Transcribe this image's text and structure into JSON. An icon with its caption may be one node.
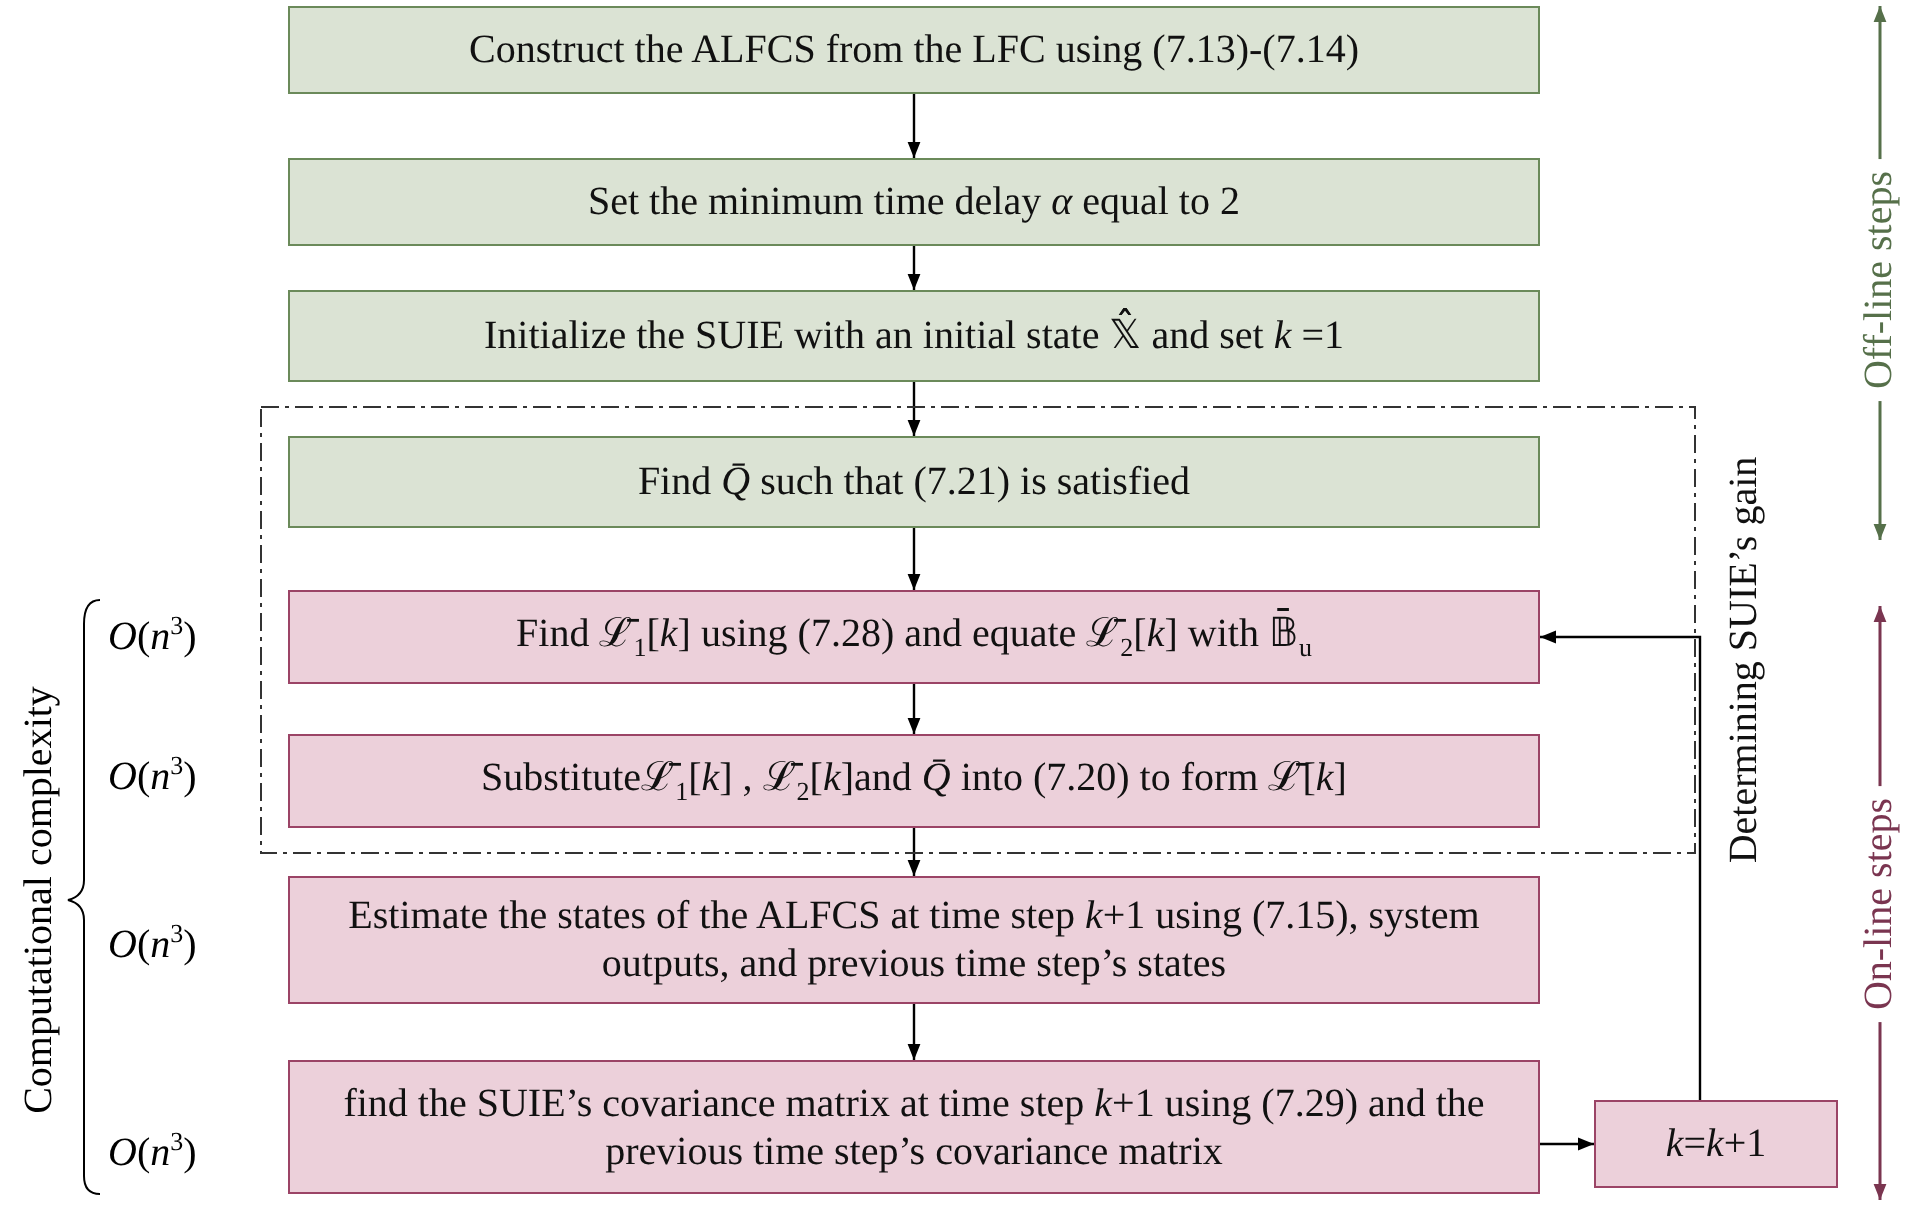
{
  "diagram": {
    "nodes": [
      {
        "text": [
          "Construct the ALFCS from the LFC using (7.13)-(7.14)"
        ]
      },
      {
        "text": [
          "Set the minimum time delay *α* equal to 2"
        ]
      },
      {
        "text": [
          "Initialize the SUIE with an initial state 𝕏̂̂ and set *k* =1"
        ]
      },
      {
        "text": [
          "Determining SUIE’s gain"
        ]
      },
      {
        "text": [
          "Find *Q̄* such that (7.21) is satisfied"
        ],
        "in": 3
      },
      {
        "text": [
          "Find ℒ̄$_{1}$[*k*] using (7.28) and equate ℒ̄$_{2}$[*k*] with 𝔹̄$_{u}$"
        ],
        "in": 3
      },
      {
        "text": [
          "Substituteℒ̄$_{1}$[*k*] , ℒ̄$_{2}$[*k*]and *Q̄* into (7.20) to form ℒ̄[*k*]"
        ],
        "in": 3
      },
      {
        "text": [
          "Estimate the states of the ALFCS at time step *k*+1 using (7.15), system outputs, and previous time step’s states"
        ]
      },
      {
        "text": [
          "find the SUIE’s covariance matrix at time step *k*+1 using (7.29) and the previous time step’s covariance matrix"
        ]
      },
      {
        "text": [
          "*k*=*k*+1"
        ]
      }
    ],
    "edges": [
      {
        "from": 0,
        "to": 1,
        "arrow": "to"
      },
      {
        "from": 1,
        "to": 2,
        "arrow": "to"
      },
      {
        "from": 2,
        "to": 4,
        "arrow": "to"
      },
      {
        "from": 4,
        "to": 5,
        "arrow": "to"
      },
      {
        "from": 5,
        "to": 6,
        "arrow": "to"
      },
      {
        "from": 6,
        "to": 7,
        "arrow": "to"
      },
      {
        "from": 7,
        "to": 8,
        "arrow": "to"
      },
      {
        "from": 8,
        "to": 9,
        "arrow": "to"
      },
      {
        "from": 9,
        "to": 5,
        "arrow": "to"
      }
    ],
    "labels": [
      "Off-line steps",
      "On-line steps",
      "Computational complexity",
      "*O*(*n*$^{3}$)",
      "*O*(*n*$^{3}$)",
      "*O*(*n*$^{3}$)",
      "*O*(*n*$^{3}$)"
    ]
  }
}
